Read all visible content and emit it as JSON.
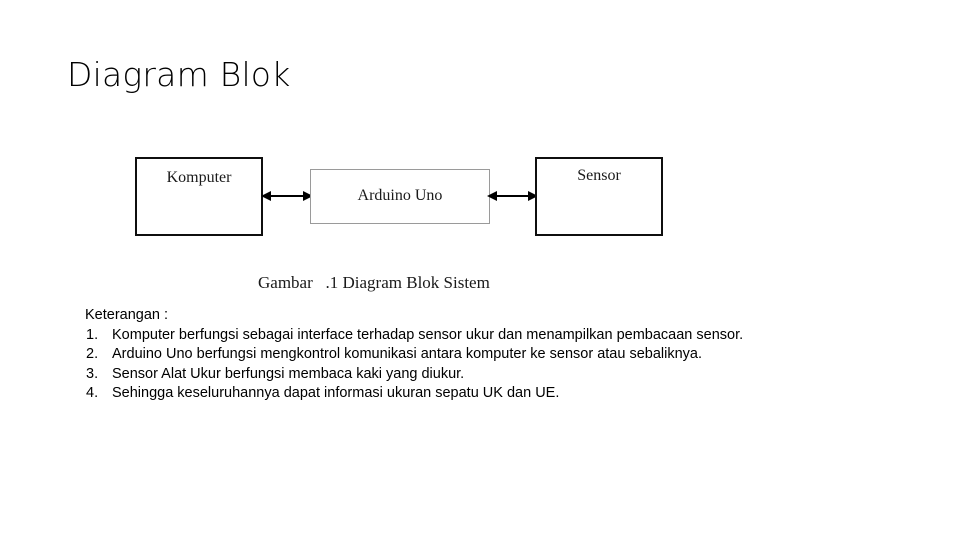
{
  "slide": {
    "title": "Diagram Blok",
    "background_color": "#ffffff",
    "text_color": "#000000"
  },
  "diagram": {
    "blocks": [
      {
        "id": "komputer",
        "label": "Komputer",
        "border_color": "#0f0f0f"
      },
      {
        "id": "arduino",
        "label": "Arduino Uno",
        "border_color": "#9a9a9a"
      },
      {
        "id": "sensor",
        "label": "Sensor",
        "border_color": "#0f0f0f"
      }
    ],
    "connectors": [
      {
        "id": "komputer-arduino",
        "from": "Komputer",
        "to": "Arduino Uno",
        "style": "double-headed-arrow"
      },
      {
        "id": "arduino-sensor",
        "from": "Arduino Uno",
        "to": "Sensor",
        "style": "double-headed-arrow"
      }
    ],
    "caption": "Gambar   .1 Diagram Blok Sistem"
  },
  "description": {
    "heading": "Keterangan :",
    "items": [
      {
        "number": "1.",
        "text": "Komputer berfungsi sebagai interface terhadap sensor ukur dan menampilkan pembacaan sensor."
      },
      {
        "number": "2.",
        "text": "Arduino Uno berfungsi mengkontrol komunikasi antara komputer ke sensor atau sebaliknya."
      },
      {
        "number": "3.",
        "text": "Sensor Alat Ukur berfungsi membaca kaki yang diukur."
      },
      {
        "number": "4.",
        "text": "Sehingga keseluruhannya dapat informasi ukuran sepatu UK dan UE."
      }
    ]
  }
}
